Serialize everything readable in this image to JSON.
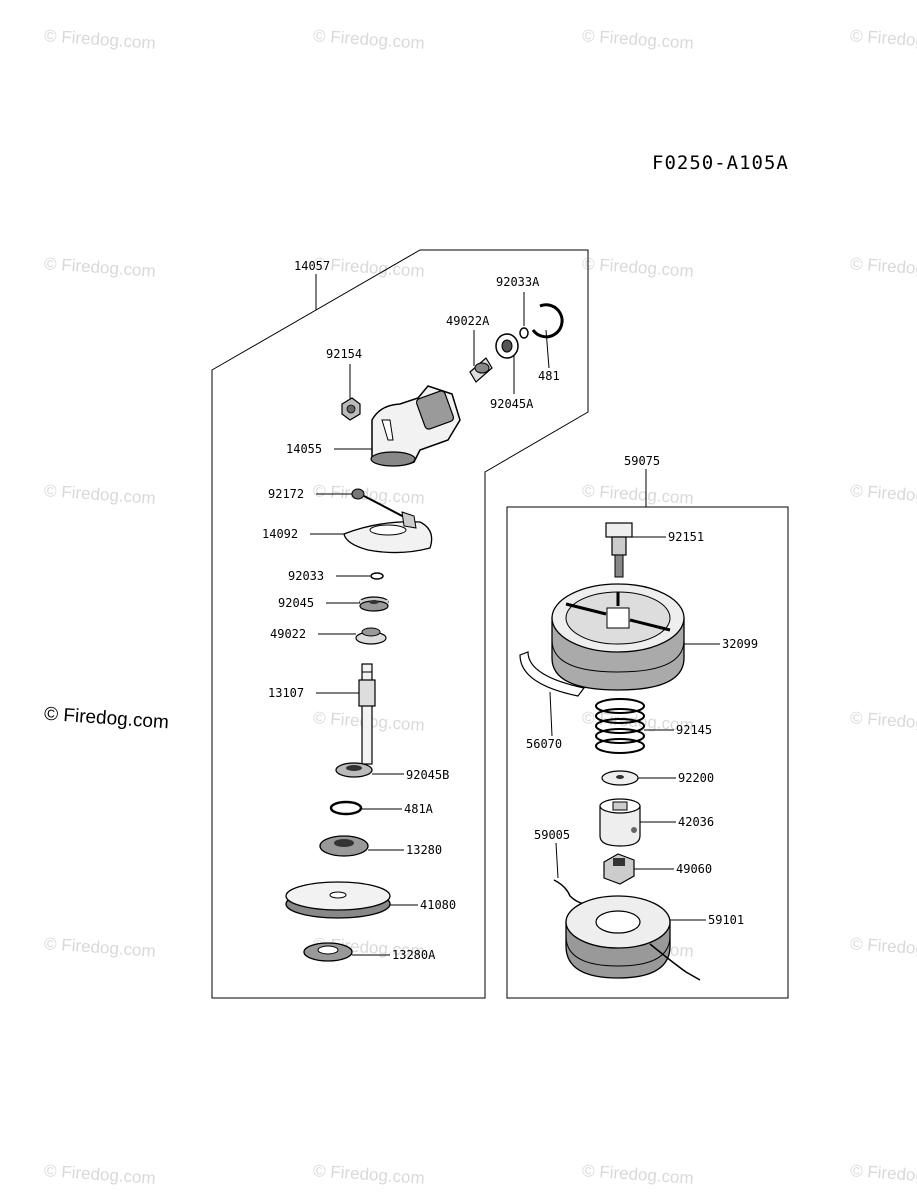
{
  "watermark_text": "© Firedog.com",
  "reference_code": "F0250-A105A",
  "assemblies": {
    "gear_case_group": "14057",
    "trimmer_head_group": "59075"
  },
  "parts": {
    "p92033A": "92033A",
    "p49022A": "49022A",
    "p481": "481",
    "p92154": "92154",
    "p92045A": "92045A",
    "p14055": "14055",
    "p92172": "92172",
    "p14092": "14092",
    "p92033": "92033",
    "p92045": "92045",
    "p49022": "49022",
    "p13107": "13107",
    "p92045B": "92045B",
    "p481A": "481A",
    "p13280": "13280",
    "p41080": "41080",
    "p13280A": "13280A",
    "p92151": "92151",
    "p32099": "32099",
    "p56070": "56070",
    "p92145": "92145",
    "p92200": "92200",
    "p42036": "42036",
    "p59005": "59005",
    "p49060": "49060",
    "p59101": "59101"
  }
}
